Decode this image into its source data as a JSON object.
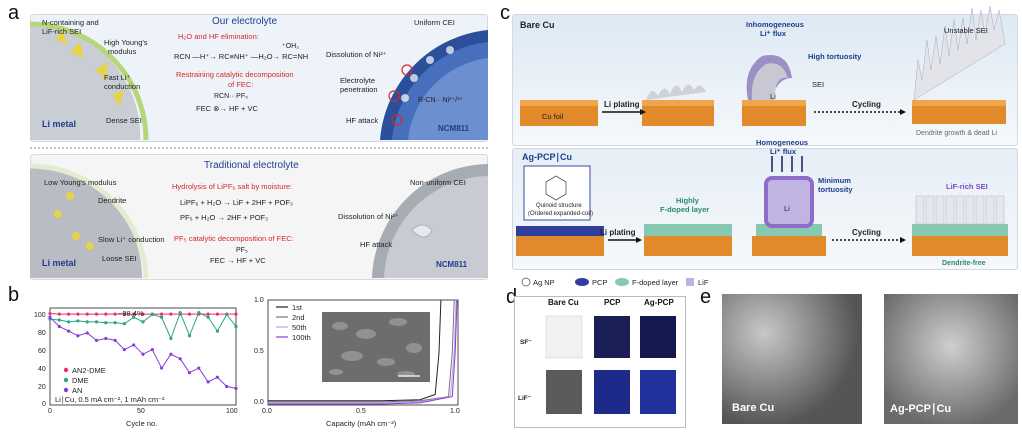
{
  "panels": {
    "a": {
      "letter": "a",
      "top": {
        "title": "Our electrolyte",
        "left_labels": [
          "N-containing and",
          "LiF-rich SEI",
          "High Young's",
          "modulus",
          "Fast Li⁺",
          "conduction",
          "Dense SEI",
          "Li metal"
        ],
        "h2o_title": "H₂O and HF elimination:",
        "eq1": "RCN —H⁺→ RC≡NH⁺ —H₂O→ RC=NH",
        "eq1_oh": "⁺OH₂",
        "restrain_title_1": "Restraining catalytic decomposition",
        "restrain_title_2": "of FEC:",
        "eq2_top": "RCN···PF₅",
        "eq2": "FEC ⊗→ HF + VC",
        "right_labels": [
          "Uniform CEI",
          "Dissolution of Ni²⁺",
          "Electrolyte",
          "penetration",
          "R-CN···Ni²⁺/³⁺",
          "HF attack",
          "NCM811"
        ]
      },
      "bottom": {
        "title": "Traditional electrolyte",
        "left_labels": [
          "Low Young's modulus",
          "Dendrite",
          "Slow Li⁺ conduction",
          "Loose SEI",
          "Li metal"
        ],
        "hydro_title": "Hydrolysis of LiPF₆ salt by moisture:",
        "eq3": "LiPF₆ + H₂O → LiF + 2HF + POF₃",
        "eq4": "PF₅ + H₂O → 2HF + POF₃",
        "pf5_title": "PF₅ catalytic decomposition of FEC:",
        "eq5_top": "PF₅",
        "eq5": "FEC → HF + VC",
        "right_labels": [
          "Non-uniform CEI",
          "Dissolution of Ni²⁺",
          "HF attack",
          "NCM811"
        ]
      }
    },
    "b": {
      "letter": "b",
      "left_chart": {
        "annotation": "~98.4%",
        "legend": [
          "AN2-DME",
          "DME",
          "AN"
        ],
        "condition": "Li∣Cu, 0.5 mA cm⁻², 1 mAh cm⁻²",
        "xlabel": "Cycle no.",
        "xticks": [
          "0",
          "50",
          "100"
        ],
        "yticks": [
          "100",
          "80",
          "60",
          "40",
          "20",
          "0"
        ]
      },
      "right_chart": {
        "legend": [
          "1st",
          "2nd",
          "50th",
          "100th"
        ],
        "xlabel": "Capacity (mAh cm⁻²)",
        "xticks": [
          "0.0",
          "0.5",
          "1.0"
        ],
        "yticks": [
          "1.0",
          "0.5",
          "0.0"
        ]
      }
    },
    "c": {
      "letter": "c",
      "top": {
        "title": "Bare Cu",
        "cu_foil": "Cu foil",
        "li_plating": "Li plating",
        "inhomo": [
          "Inhomogeneous",
          "Li⁺ flux"
        ],
        "high_tort": "High tortuosity",
        "sei": "SEI",
        "li": "Li",
        "cycling": "Cycling",
        "unstable": "Unstable SEI",
        "dendrite_growth": "Dendrite growth & dead Li"
      },
      "bottom": {
        "title": "Ag-PCP∣Cu",
        "quinoid": [
          "Quinoid structure",
          "(Ordered expanded-coil)"
        ],
        "li_plating": "Li plating",
        "highly": [
          "Highly",
          "F-doped layer"
        ],
        "homo": [
          "Homogeneous",
          "Li⁺ flux"
        ],
        "min_tort": [
          "Minimum",
          "tortuosity"
        ],
        "li": "Li",
        "cycling": "Cycling",
        "lif_sei": "LiF-rich SEI",
        "dendrite_free": "Dendrite-free"
      },
      "legend": [
        "Ag NP",
        "PCP",
        "F-doped layer",
        "LiF"
      ]
    },
    "d": {
      "letter": "d",
      "columns": [
        "Bare Cu",
        "PCP",
        "Ag-PCP"
      ],
      "rows": [
        "SF⁻",
        "LiF⁻"
      ]
    },
    "e": {
      "letter": "e",
      "left_label": "Bare Cu",
      "right_label": "Ag-PCP∣Cu"
    }
  },
  "colors": {
    "red": "#d42a2a",
    "blue": "#1c3f8c",
    "an2dme": "#e8306e",
    "dme": "#2aa58a",
    "an": "#8a3cd8",
    "c100": "#8a3cd8"
  },
  "chart_data": [
    {
      "type": "scatter",
      "xlabel": "Cycle no.",
      "ylabel": "",
      "xlim": [
        0,
        100
      ],
      "ylim": [
        0,
        105
      ],
      "annotation": "~98.4%",
      "series": [
        {
          "name": "AN2-DME",
          "x": [
            0,
            5,
            10,
            15,
            20,
            25,
            30,
            35,
            40,
            45,
            50,
            55,
            60,
            65,
            70,
            75,
            80,
            85,
            90,
            95,
            100
          ],
          "values": [
            99,
            98.4,
            98.4,
            98.4,
            98.4,
            98.4,
            98.4,
            98.4,
            98.4,
            98.4,
            98.4,
            98.4,
            98.4,
            98.4,
            98.4,
            98.4,
            98.4,
            98.4,
            98.4,
            98.4,
            98.4
          ]
        },
        {
          "name": "DME",
          "x": [
            0,
            5,
            10,
            15,
            20,
            25,
            30,
            35,
            40,
            45,
            50,
            55,
            60,
            65,
            70,
            75,
            80,
            85,
            90,
            95,
            100
          ],
          "values": [
            93,
            92,
            90,
            91,
            90,
            90,
            89,
            89,
            88,
            95,
            90,
            98,
            95,
            72,
            100,
            75,
            100,
            95,
            80,
            98,
            85
          ]
        },
        {
          "name": "AN",
          "x": [
            0,
            5,
            10,
            15,
            20,
            25,
            30,
            35,
            40,
            45,
            50,
            55,
            60,
            65,
            70,
            75,
            80,
            85,
            90,
            95,
            100
          ],
          "values": [
            95,
            85,
            80,
            75,
            78,
            70,
            72,
            70,
            60,
            65,
            55,
            60,
            40,
            55,
            50,
            35,
            40,
            25,
            30,
            20,
            18
          ]
        }
      ]
    },
    {
      "type": "line",
      "xlabel": "Capacity (mAh cm⁻²)",
      "ylabel": "",
      "xlim": [
        0,
        1.0
      ],
      "ylim": [
        0,
        1.0
      ],
      "series": [
        {
          "name": "1st",
          "x": [
            0,
            0.2,
            0.4,
            0.6,
            0.8,
            0.88,
            0.9,
            0.91
          ],
          "values": [
            0.04,
            0.04,
            0.04,
            0.04,
            0.05,
            0.1,
            0.5,
            1.0
          ]
        },
        {
          "name": "2nd",
          "x": [
            0,
            0.2,
            0.4,
            0.6,
            0.8,
            0.95,
            0.97,
            0.98
          ],
          "values": [
            0.03,
            0.03,
            0.03,
            0.03,
            0.04,
            0.08,
            0.5,
            1.0
          ]
        },
        {
          "name": "50th",
          "x": [
            0,
            0.2,
            0.4,
            0.6,
            0.8,
            0.96,
            0.98,
            0.99
          ],
          "values": [
            0.02,
            0.02,
            0.02,
            0.02,
            0.03,
            0.08,
            0.5,
            1.0
          ]
        },
        {
          "name": "100th",
          "x": [
            0,
            0.2,
            0.4,
            0.6,
            0.8,
            0.97,
            0.985,
            0.995
          ],
          "values": [
            0.01,
            0.01,
            0.01,
            0.01,
            0.02,
            0.08,
            0.5,
            1.0
          ]
        }
      ]
    }
  ]
}
